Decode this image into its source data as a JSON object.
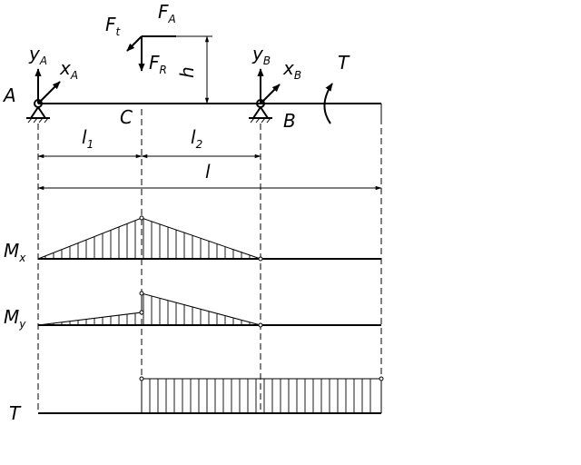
{
  "labels": {
    "support_a": "A",
    "support_b": "B",
    "point_c": "C",
    "force_t": "F",
    "force_t_sub": "t",
    "force_a": "F",
    "force_a_sub": "A",
    "force_r": "F",
    "force_r_sub": "R",
    "height": "h",
    "y_a": "y",
    "y_a_sub": "A",
    "x_a": "x",
    "x_a_sub": "A",
    "y_b": "y",
    "y_b_sub": "B",
    "x_b": "x",
    "x_b_sub": "B",
    "torque_top": "T",
    "dim_l1": "l",
    "dim_l1_sub": "1",
    "dim_l2": "l",
    "dim_l2_sub": "2",
    "dim_l": "l",
    "mx": "M",
    "mx_sub": "x",
    "my": "M",
    "my_sub": "y",
    "torque_diagram": "T"
  }
}
